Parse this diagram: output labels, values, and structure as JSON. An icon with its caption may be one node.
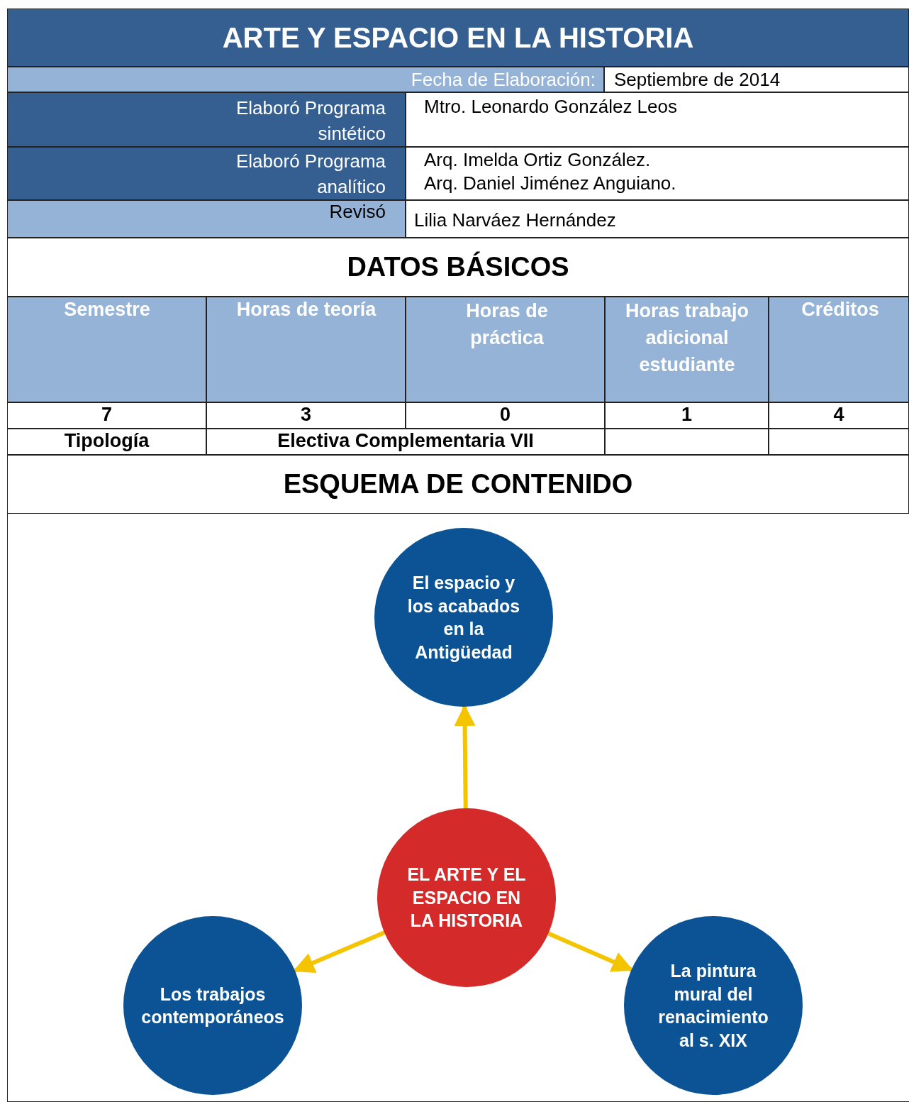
{
  "diagram": {
    "title": "ARTE Y ESPACIO EN LA HISTORIA",
    "nodes": [
      {
        "text": [
          "El espacio y los acabados en la Antigüedad"
        ]
      },
      {
        "text": [
          "EL ARTE Y EL ESPACIO EN LA HISTORIA"
        ]
      },
      {
        "text": [
          "Los trabajos contemporáneos"
        ]
      },
      {
        "text": [
          "La pintura mural del renacimiento al s. XIX"
        ]
      }
    ],
    "edges": [
      {
        "from": 1,
        "to": 0,
        "arrow": "to"
      },
      {
        "from": 1,
        "to": 2,
        "arrow": "to"
      },
      {
        "from": 1,
        "to": 3,
        "arrow": "to"
      }
    ],
    "labels": [
      "Fecha de Elaboración:",
      "Septiembre de 2014",
      "Elaboró Programa sintético",
      "Mtro. Leonardo González Leos",
      "Elaboró Programa analítico",
      "Arq. Imelda Ortiz González.",
      "Arq. Daniel Jiménez Anguiano.",
      "Revisó",
      "Lilia Narváez Hernández",
      "DATOS BÁSICOS",
      "Semestre",
      "Horas de teoría",
      "Horas de práctica",
      "Horas trabajo adicional estudiante",
      "Créditos",
      "7",
      "3",
      "0",
      "1",
      "4",
      "Tipología",
      "Electiva Complementaria VII",
      "ESQUEMA DE CONTENIDO"
    ]
  }
}
